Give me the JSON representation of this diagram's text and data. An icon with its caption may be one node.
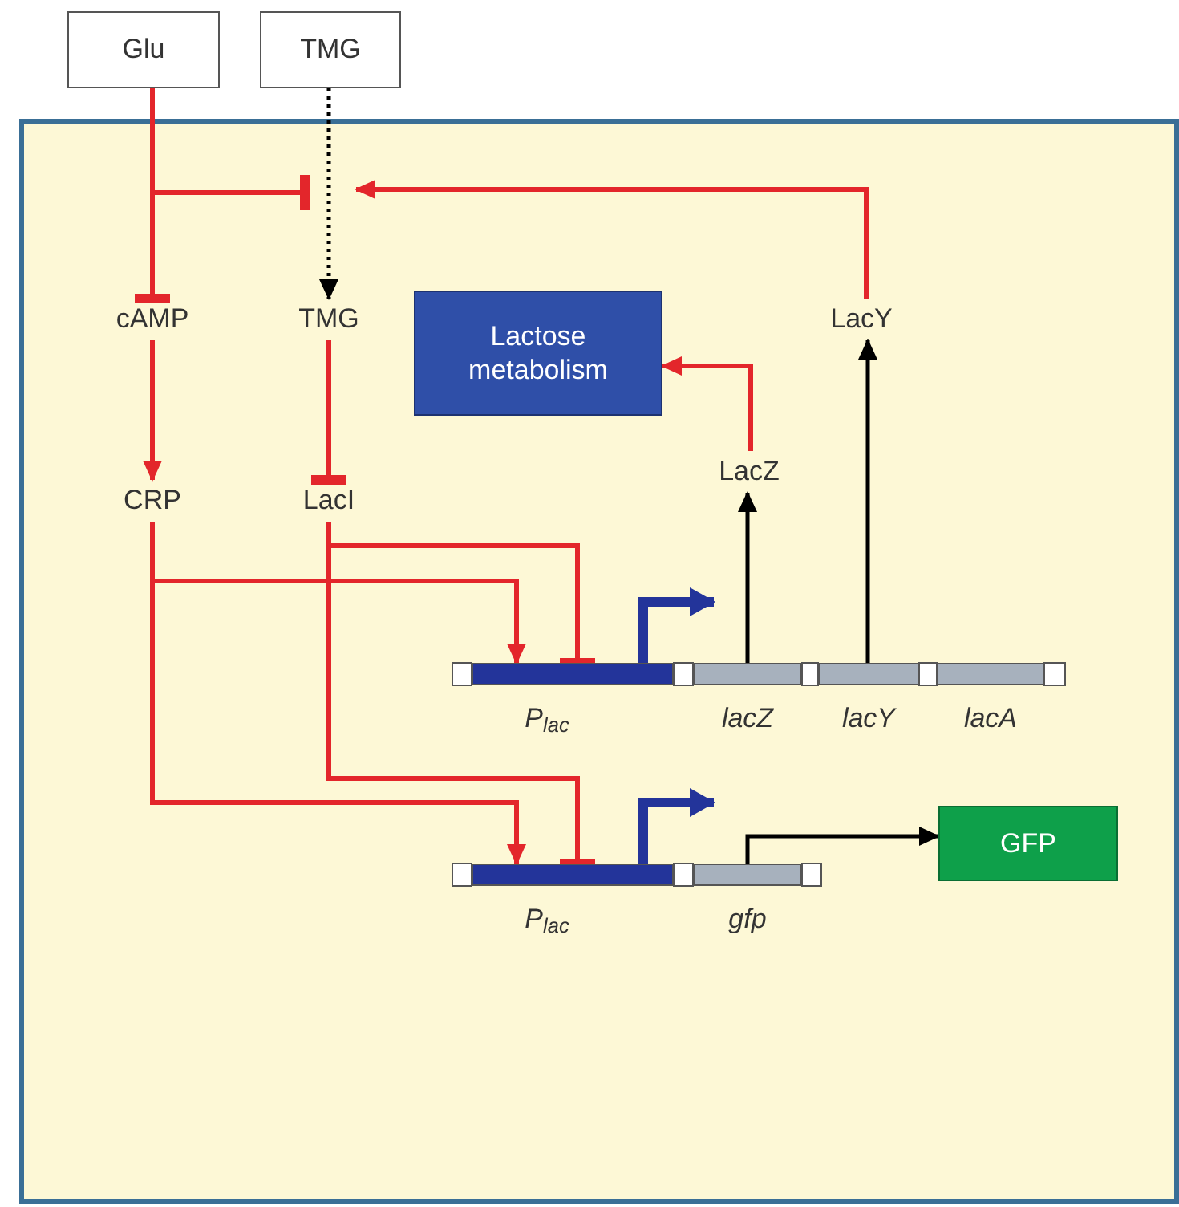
{
  "diagram": {
    "nodes": [
      {
        "text": [
          "Glu"
        ]
      },
      {
        "text": [
          "TMG"
        ]
      },
      {
        "text": [],
        "shape": "box"
      },
      {
        "text": [
          "cAMP"
        ],
        "in": 2
      },
      {
        "text": [
          "TMG"
        ],
        "in": 2
      },
      {
        "text": [
          "CRP"
        ],
        "in": 2
      },
      {
        "text": [
          "LacI"
        ],
        "in": 2
      },
      {
        "text": [
          "Lactose metabolism"
        ],
        "in": 2
      },
      {
        "text": [
          "LacZ"
        ],
        "in": 2
      },
      {
        "text": [
          "LacY"
        ],
        "in": 2
      },
      {
        "text": [],
        "shape": "bar",
        "in": 2,
        "beside": [
          "P$_{lac}$"
        ]
      },
      {
        "text": [],
        "shape": "bar",
        "in": 2,
        "beside": [
          "lacZ"
        ]
      },
      {
        "text": [],
        "shape": "bar",
        "in": 2,
        "beside": [
          "lacY"
        ]
      },
      {
        "text": [],
        "shape": "bar",
        "in": 2,
        "beside": [
          "lacA"
        ]
      },
      {
        "text": [],
        "shape": "bar",
        "in": 2,
        "beside": [
          "P$_{lac}$"
        ]
      },
      {
        "text": [],
        "shape": "bar",
        "in": 2,
        "beside": [
          "gfp"
        ]
      },
      {
        "text": [
          "GFP"
        ],
        "in": 2
      }
    ],
    "edges": [
      {
        "from": 0,
        "to": 3,
        "arrow": "other"
      },
      {
        "from": 0,
        "to": null,
        "arrow": "other"
      },
      {
        "from": 1,
        "to": 4,
        "arrow": "to",
        "style": "dashed",
        "color": "#000000"
      },
      {
        "from": 9,
        "to": null,
        "arrow": "to"
      },
      {
        "from": 3,
        "to": 5,
        "arrow": "to"
      },
      {
        "from": 4,
        "to": 6,
        "arrow": "other"
      },
      {
        "from": 5,
        "to": 10,
        "arrow": "to"
      },
      {
        "from": 5,
        "to": 14,
        "arrow": "to"
      },
      {
        "from": 6,
        "to": 10,
        "arrow": "other"
      },
      {
        "from": 6,
        "to": 14,
        "arrow": "other"
      },
      {
        "from": 8,
        "to": 7,
        "arrow": "to"
      },
      {
        "from": 11,
        "to": 8,
        "arrow": "to",
        "color": "#000000"
      },
      {
        "from": 12,
        "to": 9,
        "arrow": "to",
        "color": "#000000"
      },
      {
        "from": 15,
        "to": 16,
        "arrow": "to",
        "color": "#000000"
      },
      {
        "from": 10,
        "to": 11,
        "arrow": "to",
        "style": "thick",
        "color": "#23349a"
      },
      {
        "from": 14,
        "to": 15,
        "arrow": "to",
        "style": "thick",
        "color": "#23349a"
      }
    ]
  }
}
